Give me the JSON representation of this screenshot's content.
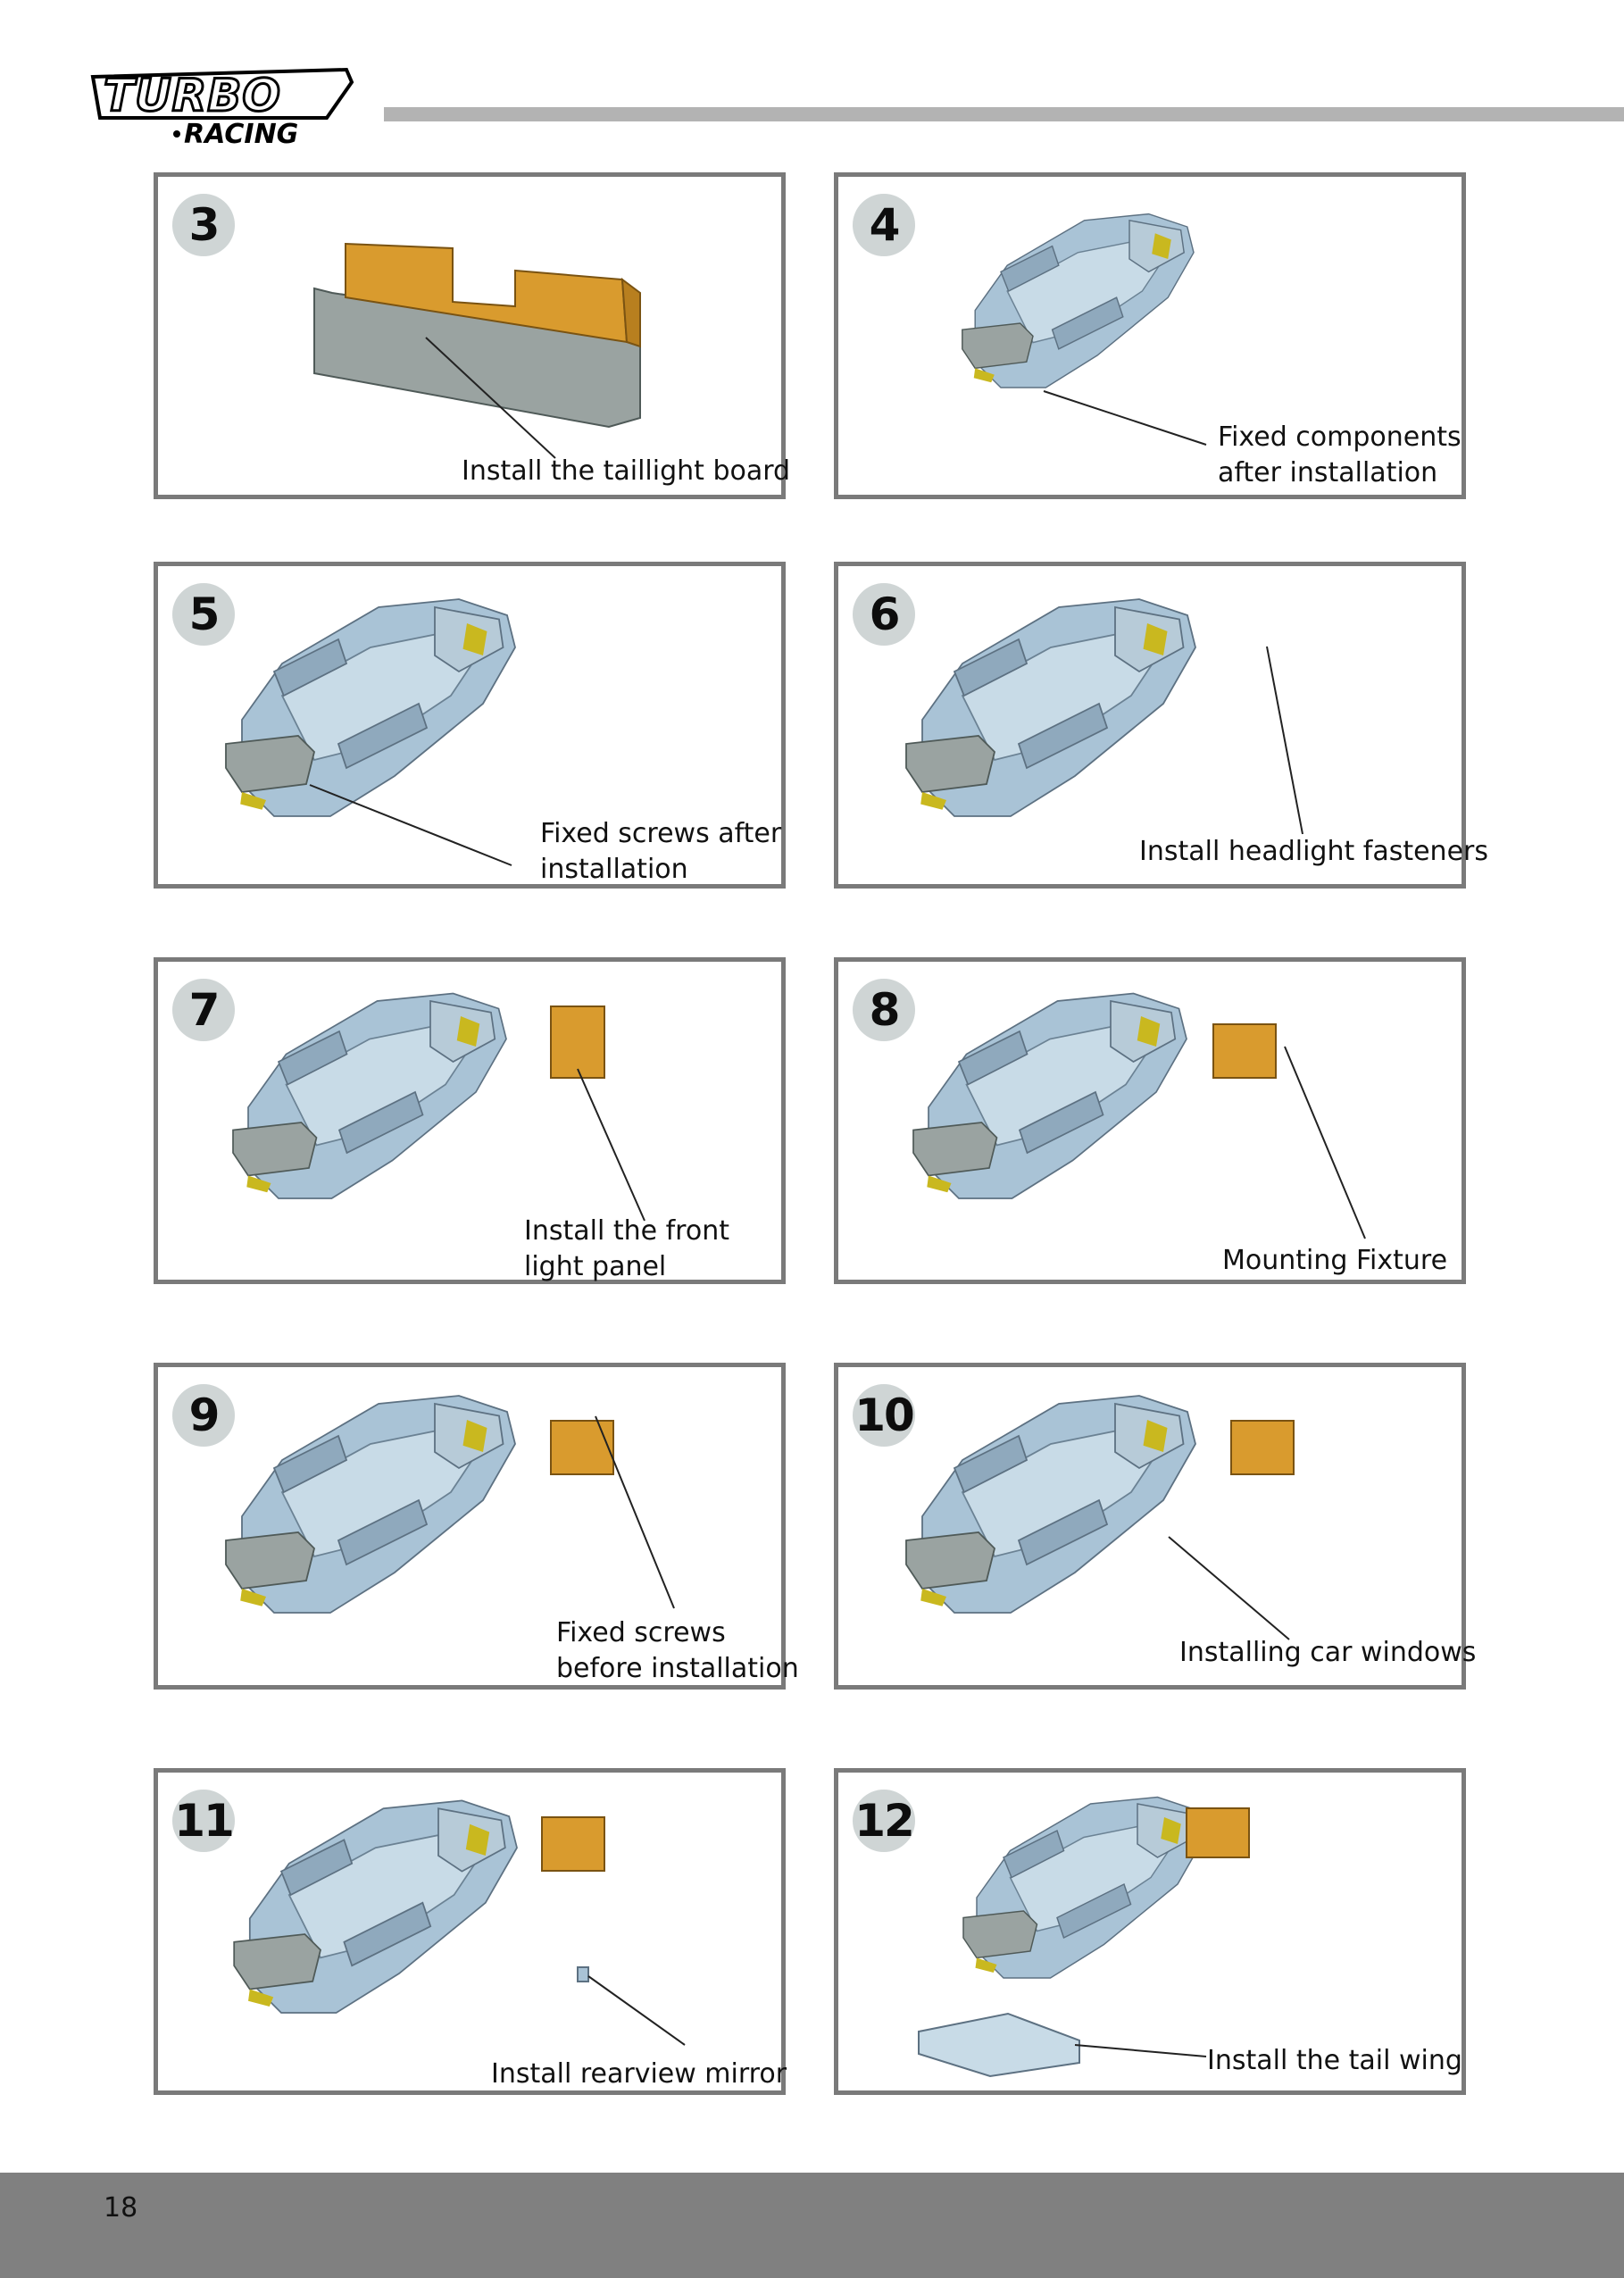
{
  "brand": {
    "logo_main": "TURBO",
    "logo_sub": "RACING"
  },
  "steps": [
    {
      "number": "3",
      "caption": "Install the taillight board"
    },
    {
      "number": "4",
      "caption": "Fixed components\nafter installation"
    },
    {
      "number": "5",
      "caption": "Fixed screws after\ninstallation"
    },
    {
      "number": "6",
      "caption": "Install headlight fasteners"
    },
    {
      "number": "7",
      "caption": "Install the front\nlight panel"
    },
    {
      "number": "8",
      "caption": "Mounting Fixture"
    },
    {
      "number": "9",
      "caption": "Fixed screws\nbefore installation"
    },
    {
      "number": "10",
      "caption": "Installing car windows"
    },
    {
      "number": "11",
      "caption": "Install rearview mirror"
    },
    {
      "number": "12",
      "caption": "Install the tail wing"
    }
  ],
  "footer": {
    "page_number": "18"
  },
  "colors": {
    "body_blue": "#a9c3d6",
    "orange_part": "#d99b2e",
    "yellow_light": "#c9b81f",
    "grey_part": "#9aa3a1"
  }
}
